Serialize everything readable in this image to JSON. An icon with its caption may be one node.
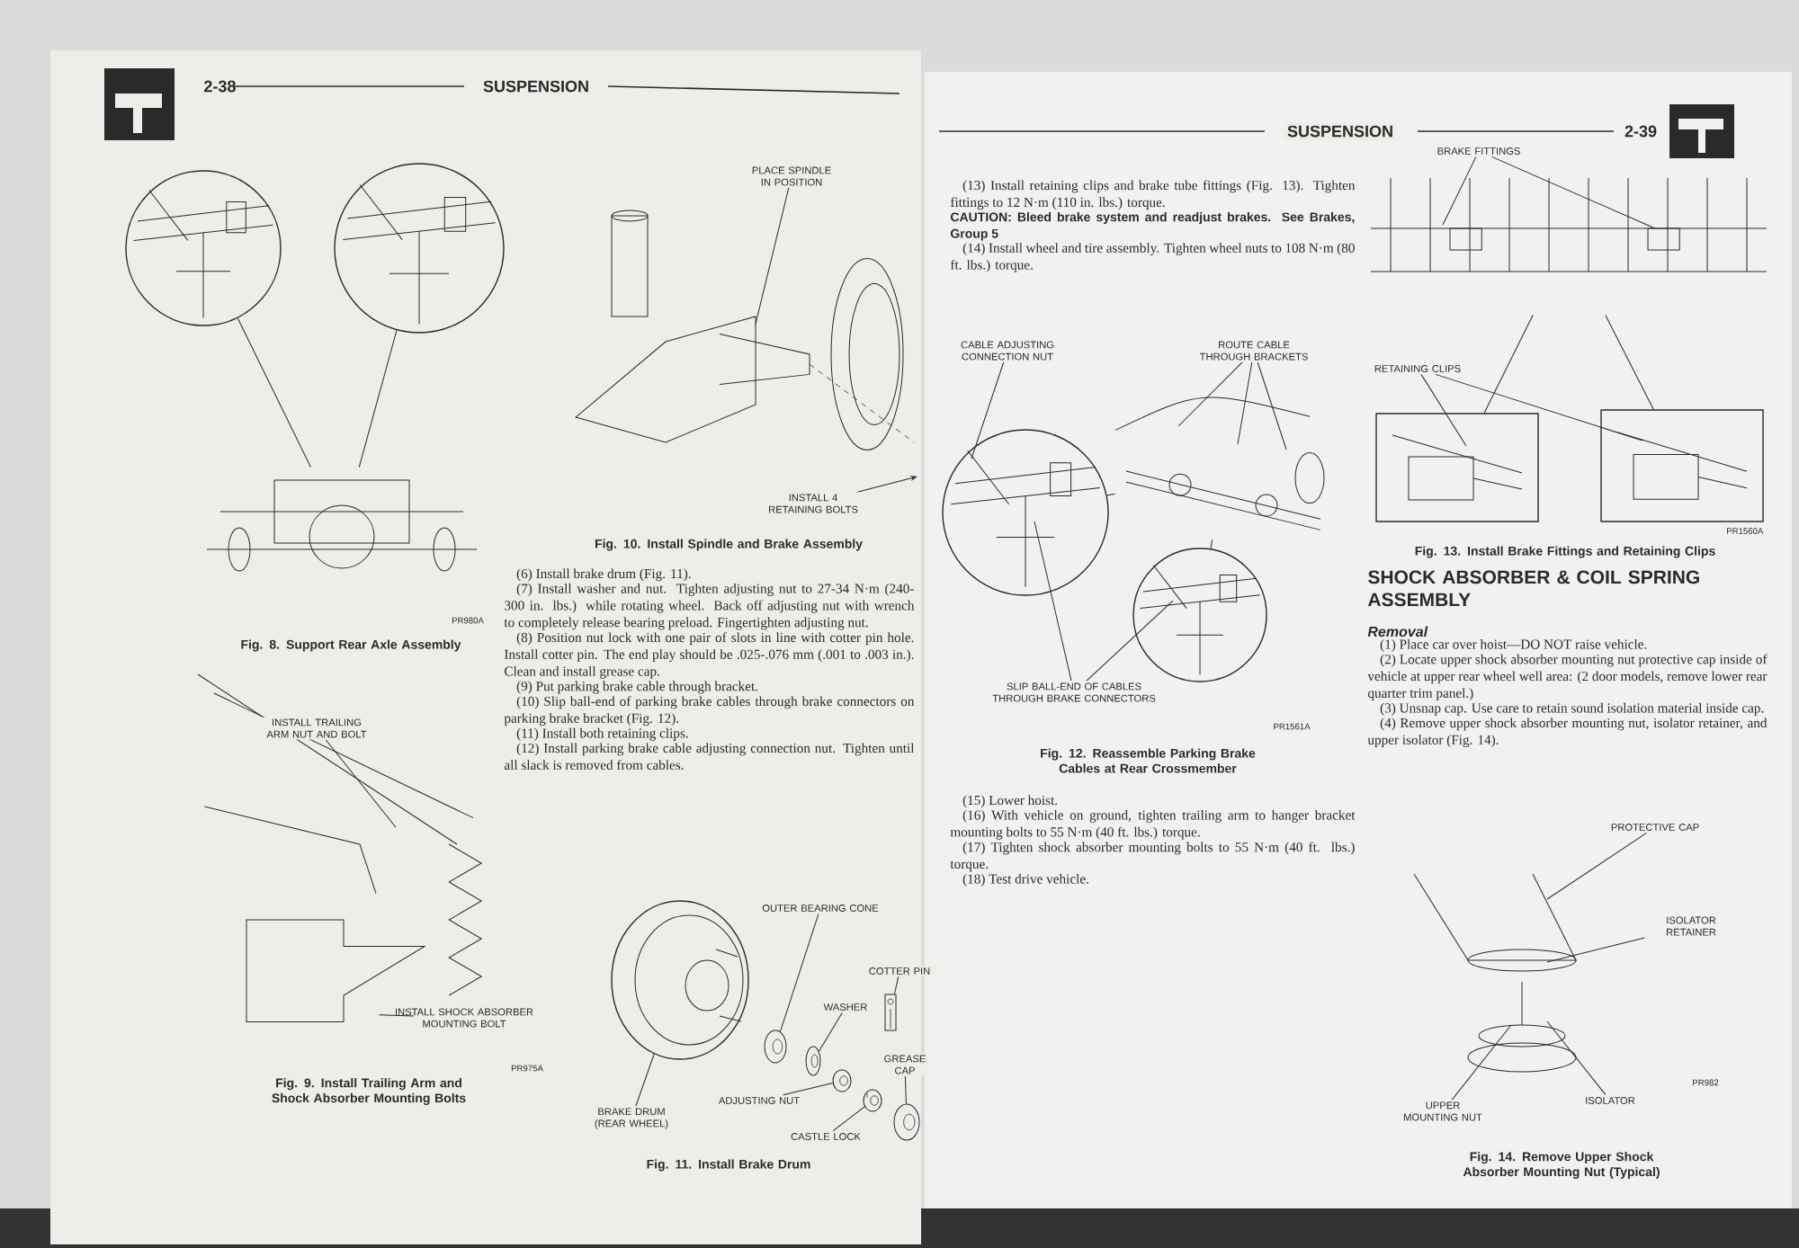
{
  "diagram": {
    "nodes": [
      {
        "text": [],
        "shape": "picture"
      },
      {
        "text": [],
        "shape": "picture"
      },
      {
        "text": [],
        "shape": "picture"
      },
      {
        "text": [
          "PLACE SPINDLE IN POSITION"
        ]
      },
      {
        "text": [],
        "shape": "picture"
      },
      {
        "text": [
          "INSTALL 4 RETAINING BOLTS"
        ]
      },
      {
        "text": [],
        "shape": "picture"
      },
      {
        "text": [
          "INSTALL TRAILING ARM NUT AND BOLT"
        ],
        "in": 6
      },
      {
        "text": [
          "INSTALL SHOCK ABSORBER MOUNTING BOLT"
        ],
        "in": 6
      },
      {
        "text": [
          "OUTER BEARING CONE"
        ]
      },
      {
        "text": [
          "COTTER PIN"
        ]
      },
      {
        "text": [
          "GREASE CAP"
        ]
      },
      {
        "text": [
          "WASHER"
        ]
      },
      {
        "text": [
          "ADJUSTING NUT"
        ]
      },
      {
        "text": [
          "CASTLE LOCK"
        ]
      },
      {
        "text": [
          "BRAKE DRUM (REAR WHEEL)"
        ]
      },
      {
        "text": [
          "CABLE ADJUSTING CONNECTION NUT"
        ]
      },
      {
        "text": [
          "ROUTE CABLE THROUGH BRACKETS"
        ]
      },
      {
        "text": [],
        "shape": "picture"
      },
      {
        "text": [],
        "shape": "picture"
      },
      {
        "text": [],
        "shape": "picture"
      },
      {
        "text": [
          "SLIP BALL-END OF CABLES THROUGH BRAKE CONNECTORS"
        ]
      },
      {
        "text": [
          "BRAKE FITTINGS"
        ]
      },
      {
        "text": [],
        "shape": "picture"
      },
      {
        "text": [
          "RETAINING CLIPS"
        ]
      },
      {
        "text": [],
        "shape": "picture"
      },
      {
        "text": [],
        "shape": "picture",
        "beside": [
          "PR1560A"
        ]
      },
      {
        "text": [
          "PROTECTIVE CAP"
        ]
      },
      {
        "text": [],
        "shape": "picture"
      },
      {
        "text": [
          "ISOLATOR RETAINER"
        ]
      },
      {
        "text": [
          "UPPER MOUNTING NUT"
        ]
      },
      {
        "text": [
          "ISOLATOR"
        ]
      },
      {
        "text": [],
        "shape": "picture"
      },
      {
        "text": [],
        "shape": "picture"
      },
      {
        "text": [],
        "shape": "picture"
      },
      {
        "text": [],
        "shape": "picture"
      },
      {
        "text": [],
        "shape": "picture"
      },
      {
        "text": [],
        "shape": "picture"
      },
      {
        "text": [],
        "shape": "picture"
      }
    ],
    "edges": [
      {
        "from": 0,
        "to": 2,
        "arrow": "none"
      },
      {
        "from": 1,
        "to": 2,
        "arrow": "none"
      },
      {
        "from": 3,
        "to": 4,
        "arrow": "none"
      },
      {
        "from": 5,
        "to": 4,
        "arrow": "to"
      },
      {
        "from": 7,
        "to": 6,
        "arrow": "none"
      },
      {
        "from": 8,
        "to": 6,
        "arrow": "none"
      },
      {
        "from": 9,
        "to": 32,
        "arrow": "none"
      },
      {
        "from": 10,
        "to": 33,
        "arrow": "none"
      },
      {
        "from": 11,
        "to": 34,
        "arrow": "none"
      },
      {
        "from": 12,
        "to": 35,
        "arrow": "none"
      },
      {
        "from": 13,
        "to": 36,
        "arrow": "none"
      },
      {
        "from": 14,
        "to": 37,
        "arrow": "none"
      },
      {
        "from": 15,
        "to": 38,
        "arrow": "none"
      },
      {
        "from": 16,
        "to": 18,
        "arrow": "none"
      },
      {
        "from": 17,
        "to": 19,
        "arrow": "none"
      },
      {
        "from": 17,
        "to": 19,
        "arrow": "none"
      },
      {
        "from": 17,
        "to": 19,
        "arrow": "none"
      },
      {
        "from": 19,
        "to": 18,
        "arrow": "none"
      },
      {
        "from": 19,
        "to": 20,
        "arrow": "none"
      },
      {
        "from": 21,
        "to": 18,
        "arrow": "none"
      },
      {
        "from": 21,
        "to": 20,
        "arrow": "none"
      },
      {
        "from": 22,
        "to": 23,
        "arrow": "none"
      },
      {
        "from": 22,
        "to": 23,
        "arrow": "none"
      },
      {
        "from": 24,
        "to": 25,
        "arrow": "none"
      },
      {
        "from": 24,
        "to": 26,
        "arrow": "none"
      },
      {
        "from": 23,
        "to": 25,
        "arrow": "none"
      },
      {
        "from": 23,
        "to": 26,
        "arrow": "none"
      },
      {
        "from": 27,
        "to": 28,
        "arrow": "none"
      },
      {
        "from": 29,
        "to": 28,
        "arrow": "none"
      },
      {
        "from": 30,
        "to": 28,
        "arrow": "none"
      },
      {
        "from": 31,
        "to": 28,
        "arrow": "none"
      }
    ],
    "labels": [
      "2-38",
      "SUSPENSION",
      "PR980A",
      "Fig. 8.    Support Rear Axle Assembly",
      "Fig. 10.    Install Spindle and Brake Assembly",
      "(6) Install brake drum (Fig. 11).",
      "(7) Install washer and nut. Tighten adjusting nut to 27-34 N·m (240-300 in. lbs.) while rotating wheel. Back off adjusting nut with wrench to completely release bearing preload. Fingertighten adjusting nut.",
      "(8) Position nut lock with one pair of slots in line with cotter pin hole. Install cotter pin. The end play should be .025-.076 mm (.001 to .003 in.). Clean and install grease cap.",
      "(9) Put parking brake cable through bracket.",
      "(10) Slip ball-end of parking brake cables through brake connectors on parking brake bracket (Fig. 12).",
      "(11) Install both retaining clips.",
      "(12) Install parking brake cable adjusting connection nut. Tighten until all slack is removed from cables.",
      "PR975A",
      "Fig. 9.    Install Trailing Arm and Shock Absorber Mounting Bolts",
      "Fig. 11.    Install Brake Drum",
      "SUSPENSION",
      "2-39",
      "(13) Install retaining clips and brake tube fittings (Fig. 13). Tighten fittings to 12 N·m (110 in. lbs.) torque.",
      "CAUTION: Bleed brake system and readjust brakes. See Brakes, Group 5",
      "(14) Install wheel and tire assembly. Tighten wheel nuts to 108 N·m (80 ft. lbs.) torque.",
      "PR1561A",
      "Fig. 12.    Reassemble Parking Brake Cables at Rear Crossmember",
      "(15) Lower hoist.",
      "(16) With vehicle on ground, tighten trailing arm to hanger bracket mounting bolts to 55 N·m (40 ft. lbs.) torque.",
      "(17) Tighten shock absorber mounting bolts to 55 N·m (40 ft. lbs.) torque.",
      "(18) Test drive vehicle.",
      "Fig. 13.    Install Brake Fittings and Retaining Clips",
      "SHOCK ABSORBER & COIL SPRING ASSEMBLY",
      "Removal",
      "(1) Place car over hoist—DO NOT raise vehicle.",
      "(2) Locate upper shock absorber mounting nut protective cap inside of vehicle at upper rear wheel well area: (2 door models, remove lower rear quarter trim panel.)",
      "(3) Unsnap cap. Use care to retain sound isolation material inside cap.",
      "(4) Remove upper shock absorber mounting nut, isolator retainer, and upper isolator (Fig. 14).",
      "PR982",
      "Fig. 14.    Remove Upper Shock Absorber Mounting Nut (Typical)"
    ]
  }
}
